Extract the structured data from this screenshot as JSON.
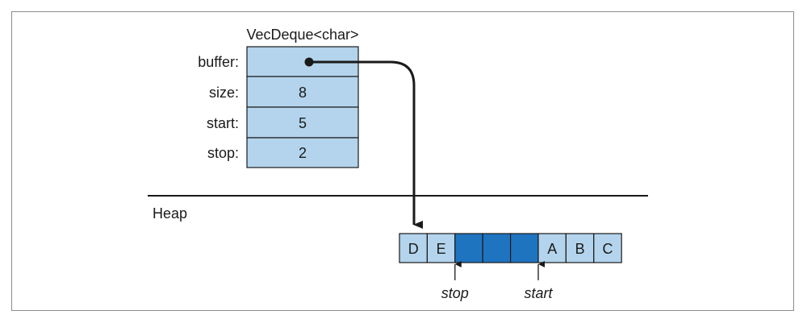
{
  "struct": {
    "title": "VecDeque<char>",
    "fields": [
      {
        "label": "buffer:",
        "value": ""
      },
      {
        "label": "size:",
        "value": "8"
      },
      {
        "label": "start:",
        "value": "5"
      },
      {
        "label": "stop:",
        "value": "2"
      }
    ]
  },
  "heap": {
    "label": "Heap",
    "cells": [
      {
        "text": "D",
        "filled": true
      },
      {
        "text": "E",
        "filled": true
      },
      {
        "text": "",
        "filled": false
      },
      {
        "text": "",
        "filled": false
      },
      {
        "text": "",
        "filled": false
      },
      {
        "text": "A",
        "filled": true
      },
      {
        "text": "B",
        "filled": true
      },
      {
        "text": "C",
        "filled": true
      }
    ],
    "pointers": [
      {
        "label": "stop",
        "index": 2
      },
      {
        "label": "start",
        "index": 5
      }
    ]
  },
  "colors": {
    "filled_cell": "#b3d4ec",
    "empty_cell": "#1f74c0",
    "field_fill": "#b3d4ec",
    "stroke": "#1a1a1a"
  }
}
